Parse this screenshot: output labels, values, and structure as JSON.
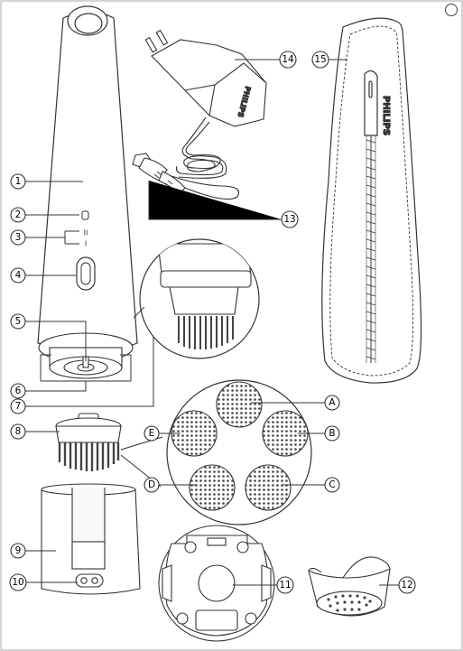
{
  "callouts": [
    {
      "id": "1",
      "text": "1"
    },
    {
      "id": "2",
      "text": "2"
    },
    {
      "id": "3",
      "text": "3"
    },
    {
      "id": "4",
      "text": "4"
    },
    {
      "id": "5",
      "text": "5"
    },
    {
      "id": "6",
      "text": "6"
    },
    {
      "id": "7",
      "text": "7"
    },
    {
      "id": "8",
      "text": "8"
    },
    {
      "id": "9",
      "text": "9"
    },
    {
      "id": "10",
      "text": "10"
    },
    {
      "id": "11",
      "text": "11"
    },
    {
      "id": "12",
      "text": "12"
    },
    {
      "id": "13",
      "text": "13"
    },
    {
      "id": "14",
      "text": "14"
    },
    {
      "id": "15",
      "text": "15"
    }
  ],
  "attachments": {
    "A": "A",
    "B": "B",
    "C": "C",
    "D": "D",
    "E": "E"
  },
  "speed_marks": {
    "high": "II",
    "low": "I"
  },
  "brand": {
    "adapter": "PHILIPS",
    "pouch": "PHILIPS"
  }
}
